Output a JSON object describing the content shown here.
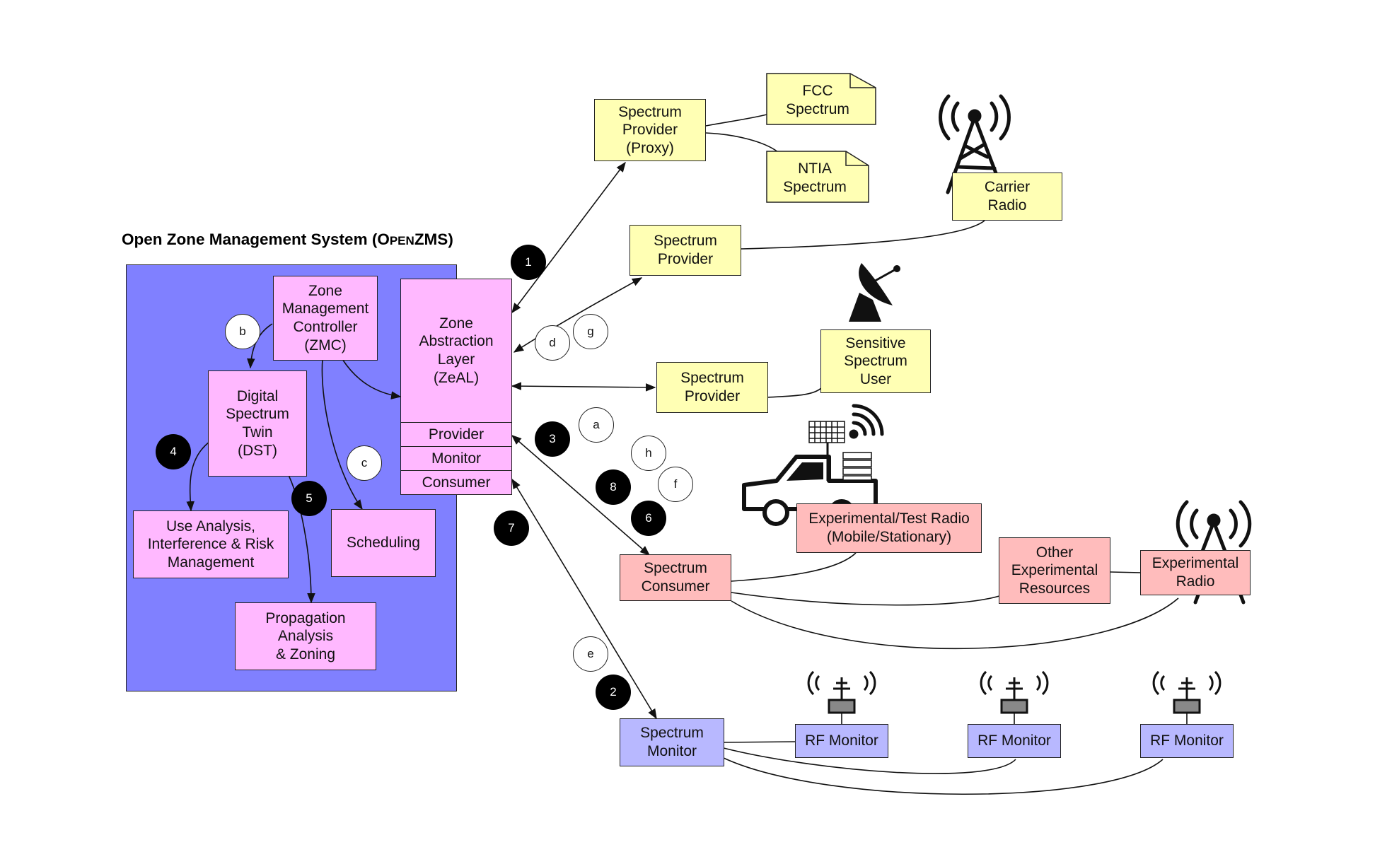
{
  "title": {
    "prefix": "Open Zone Management System (",
    "brand_cap": "O",
    "brand_small": "PEN",
    "brand_end": "ZMS",
    "suffix": ")"
  },
  "openzms": {
    "zmc": "Zone\nManagement\nController\n(ZMC)",
    "dst": "Digital\nSpectrum\nTwin\n(DST)",
    "zeal": "Zone\nAbstraction\nLayer\n(ZeAL)",
    "zeal_provider": "Provider",
    "zeal_monitor": "Monitor",
    "zeal_consumer": "Consumer",
    "use_analysis": "Use Analysis,\nInterference & Risk\nManagement",
    "scheduling": "Scheduling",
    "propagation": "Propagation\nAnalysis\n& Zoning"
  },
  "external": {
    "provider_proxy": "Spectrum\nProvider\n(Proxy)",
    "fcc": "FCC\nSpectrum",
    "ntia": "NTIA\nSpectrum",
    "carrier": "Carrier\nRadio",
    "provider_2": "Spectrum\nProvider",
    "sensitive_user": "Sensitive\nSpectrum\nUser",
    "provider_3": "Spectrum\nProvider",
    "exp_test": "Experimental/Test Radio\n(Mobile/Stationary)",
    "consumer": "Spectrum\nConsumer",
    "other_exp": "Other\nExperimental\nResources",
    "exp_radio": "Experimental\nRadio",
    "monitor": "Spectrum\nMonitor",
    "rf1": "RF Monitor",
    "rf2": "RF Monitor",
    "rf3": "RF Monitor"
  },
  "badges_numbered": [
    "1",
    "2",
    "3",
    "4",
    "5",
    "6",
    "7",
    "8"
  ],
  "badges_lettered": [
    "a",
    "b",
    "c",
    "d",
    "e",
    "f",
    "g",
    "h"
  ],
  "icons": [
    "antenna-tower-icon",
    "satellite-dish-icon",
    "truck-icon",
    "solar-panel-icon",
    "wifi-icon",
    "server-rack-icon",
    "rf-sensor-icon"
  ],
  "colors": {
    "openzms_bg": "#8080ff",
    "internal": "#ffb8ff",
    "provider": "#ffffb4",
    "consumer": "#ffbcbc",
    "monitor": "#b8b8ff"
  }
}
